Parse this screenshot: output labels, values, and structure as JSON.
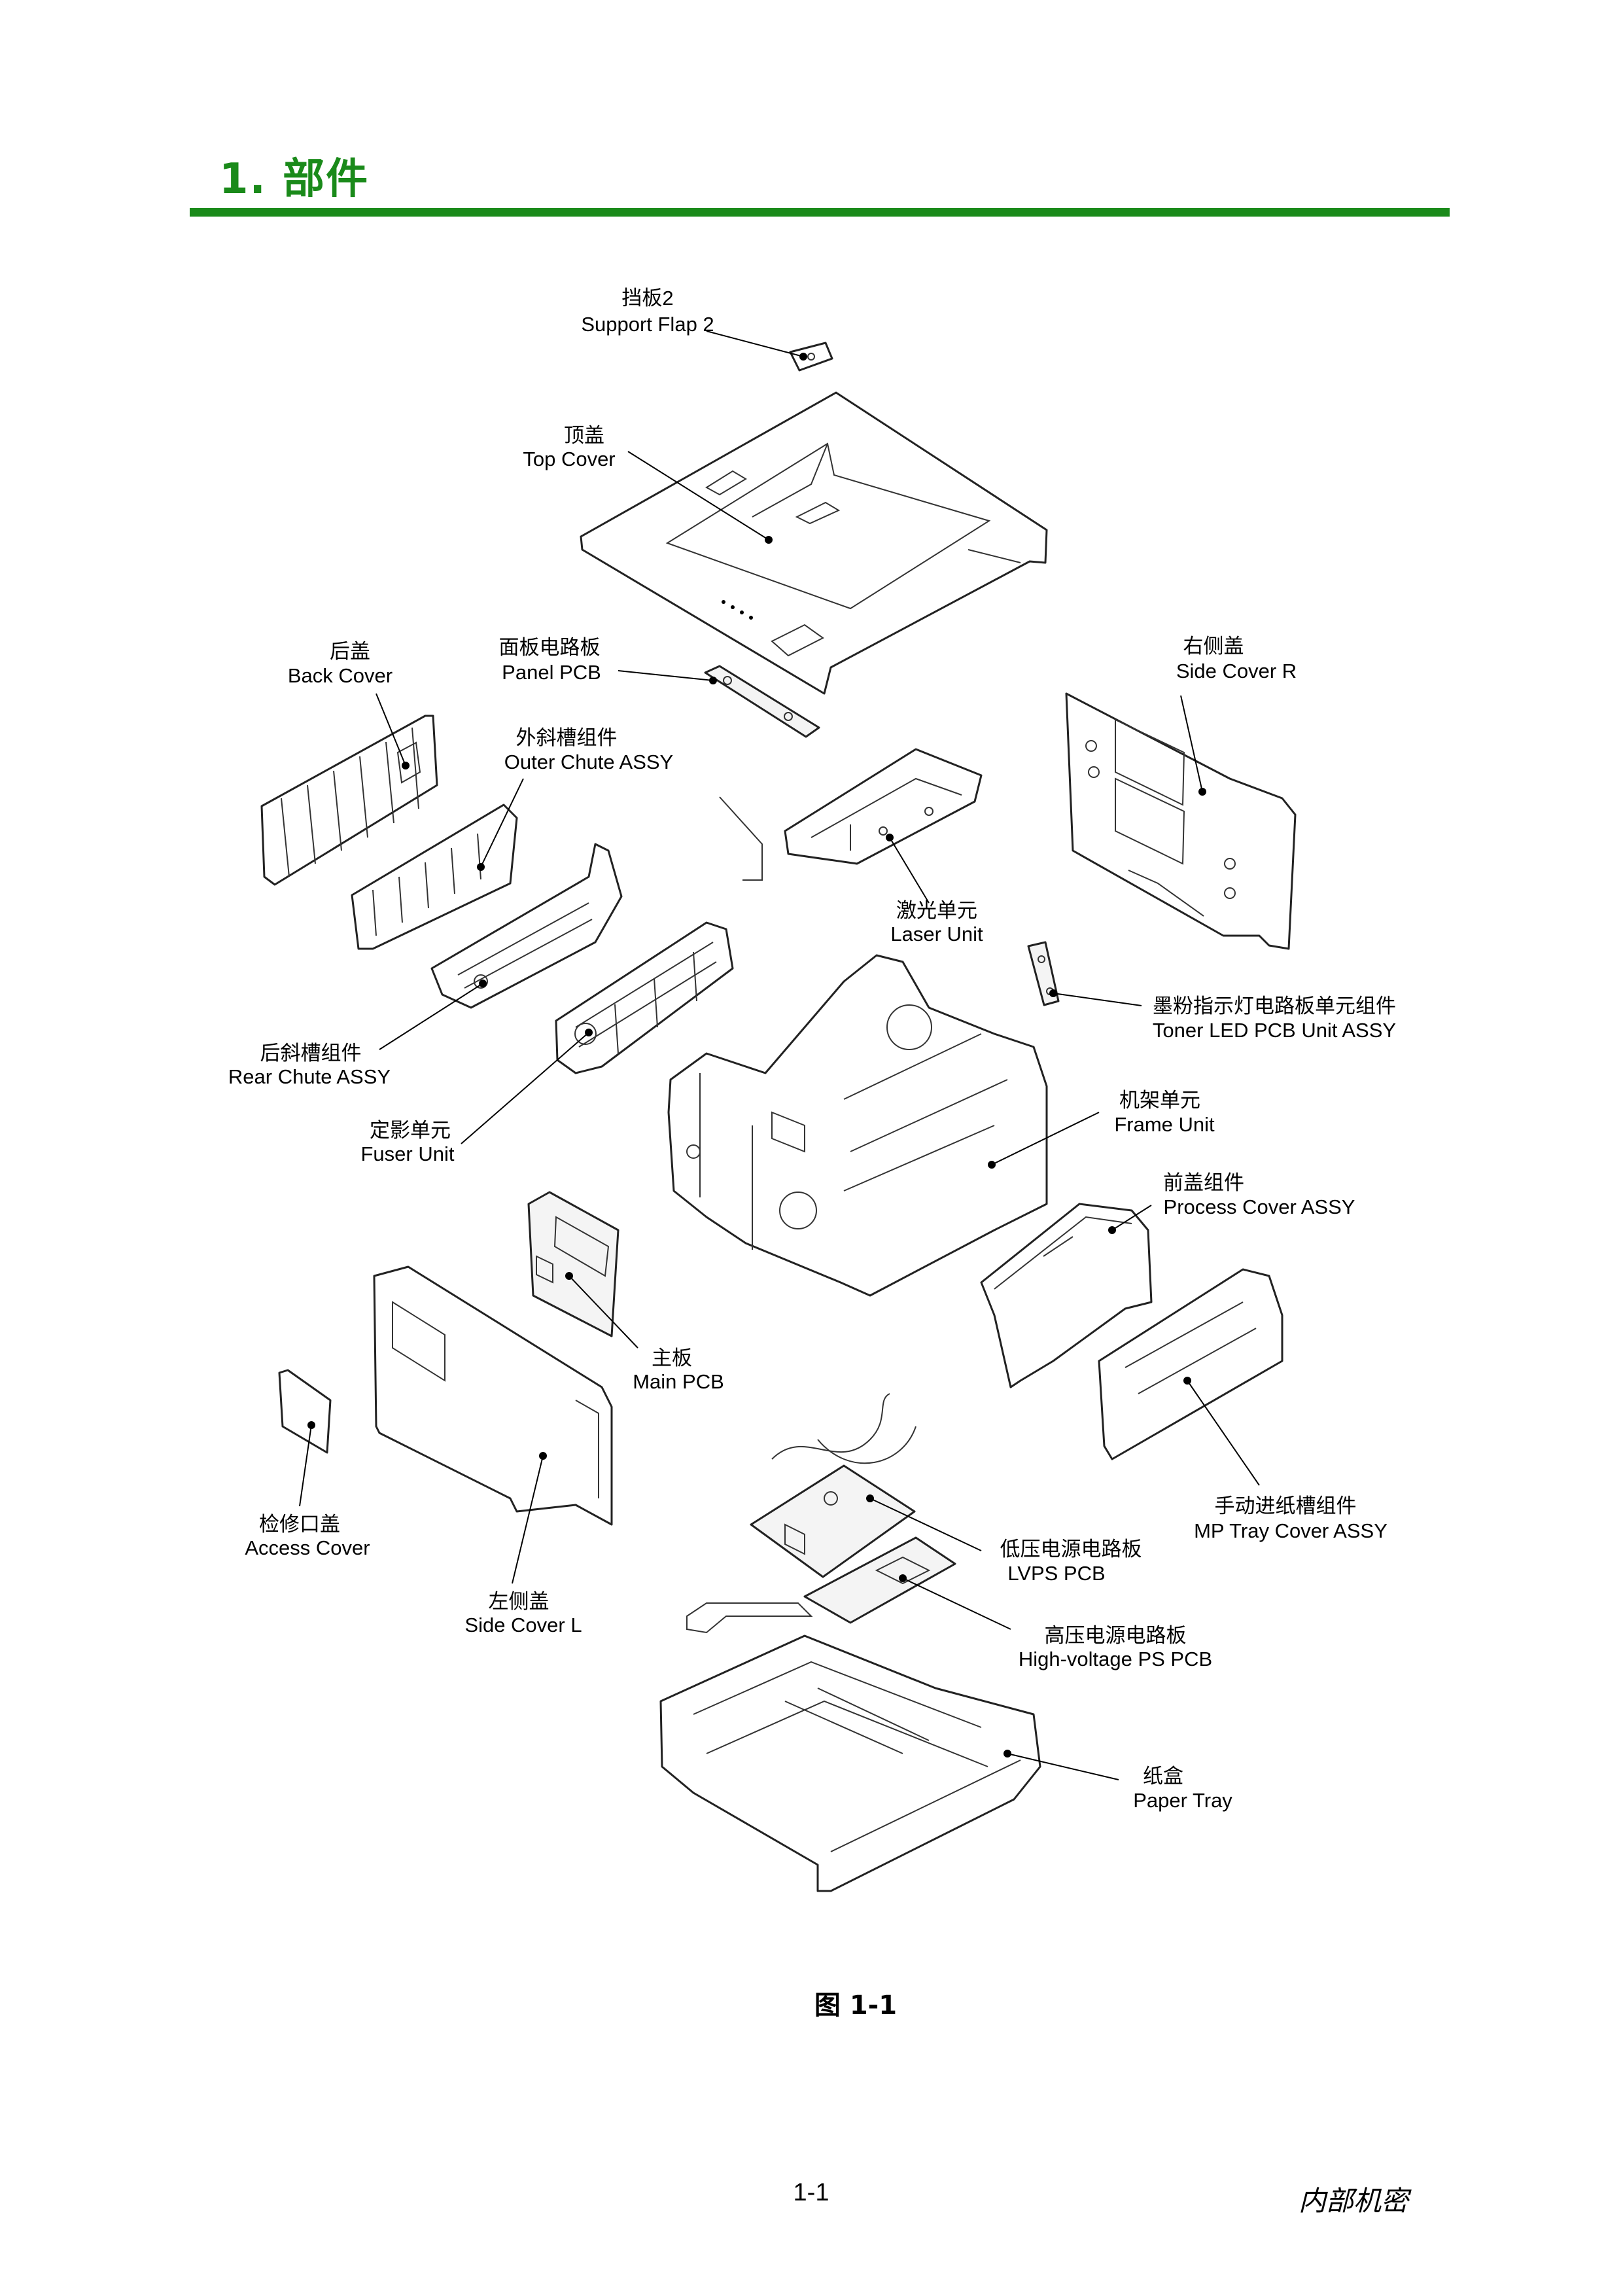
{
  "header": {
    "title": "1. 部件"
  },
  "figure": {
    "caption": "图 1-1",
    "callouts": [
      {
        "id": "support-flap-2",
        "zh": "挡板2",
        "en": "Support Flap 2"
      },
      {
        "id": "top-cover",
        "zh": "顶盖",
        "en": "Top Cover"
      },
      {
        "id": "back-cover",
        "zh": "后盖",
        "en": "Back Cover"
      },
      {
        "id": "panel-pcb",
        "zh": "面板电路板",
        "en": "Panel PCB"
      },
      {
        "id": "side-cover-r",
        "zh": "右侧盖",
        "en": "Side Cover R"
      },
      {
        "id": "outer-chute-assy",
        "zh": "外斜槽组件",
        "en": "Outer Chute ASSY"
      },
      {
        "id": "laser-unit",
        "zh": "激光单元",
        "en": "Laser Unit"
      },
      {
        "id": "toner-led-pcb",
        "zh": "墨粉指示灯电路板单元组件",
        "en": "Toner LED PCB Unit ASSY"
      },
      {
        "id": "rear-chute-assy",
        "zh": "后斜槽组件",
        "en": "Rear Chute ASSY"
      },
      {
        "id": "frame-unit",
        "zh": "机架单元",
        "en": "Frame Unit"
      },
      {
        "id": "fuser-unit",
        "zh": "定影单元",
        "en": "Fuser Unit"
      },
      {
        "id": "process-cover-assy",
        "zh": "前盖组件",
        "en": "Process Cover ASSY"
      },
      {
        "id": "main-pcb",
        "zh": "主板",
        "en": "Main PCB"
      },
      {
        "id": "mp-tray-cover-assy",
        "zh": "手动进纸槽组件",
        "en": "MP Tray Cover ASSY"
      },
      {
        "id": "access-cover",
        "zh": "检修口盖",
        "en": "Access Cover"
      },
      {
        "id": "lvps-pcb",
        "zh": "低压电源电路板",
        "en": "LVPS PCB"
      },
      {
        "id": "side-cover-l",
        "zh": "左侧盖",
        "en": "Side Cover L"
      },
      {
        "id": "hv-ps-pcb",
        "zh": "高压电源电路板",
        "en": "High-voltage PS PCB"
      },
      {
        "id": "paper-tray",
        "zh": "纸盒",
        "en": "Paper Tray"
      }
    ]
  },
  "footer": {
    "page": "1-1",
    "classification": "内部机密"
  }
}
